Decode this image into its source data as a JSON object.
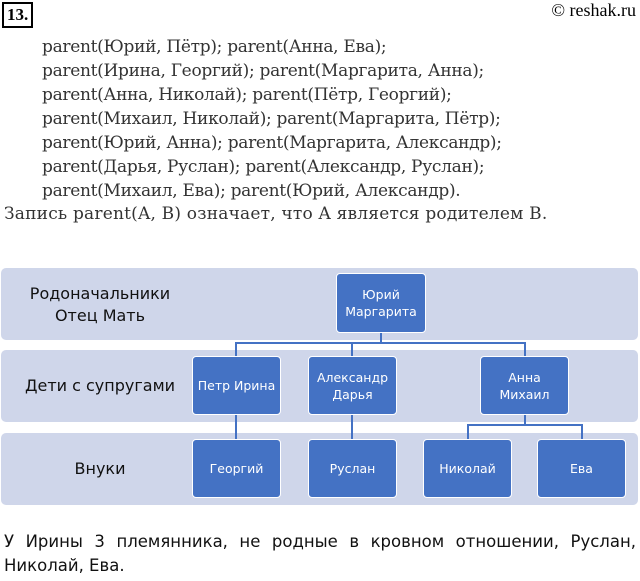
{
  "header": {
    "number": "13.",
    "copyright": "© reshak.ru"
  },
  "facts": [
    "parent(Юрий, Пётр); parent(Анна, Ева);",
    "parent(Ирина, Георгий); parent(Маргарита, Анна);",
    "parent(Анна, Николай); parent(Пётр, Георгий);",
    "parent(Михаил, Николай); parent(Маргарита, Пётр);",
    "parent(Юрий, Анна); parent(Маргарита, Александр);",
    "parent(Дарья, Руслан); parent(Александр, Руслан);",
    "parent(Михаил, Ева); parent(Юрий, Александр)."
  ],
  "definition": "Запись parent(A, B) означает, что A является родителем B.",
  "diagram": {
    "rows": [
      {
        "label_line1": "Родоначальники",
        "label_line2": "Отец Мать"
      },
      {
        "label": "Дети с супругами"
      },
      {
        "label": "Внуки"
      }
    ],
    "root": {
      "line1": "Юрий",
      "line2": "Маргарита"
    },
    "children": [
      {
        "line1": "Петр Ирина",
        "line2": ""
      },
      {
        "line1": "Александр",
        "line2": "Дарья"
      },
      {
        "line1": "Анна",
        "line2": "Михаил"
      }
    ],
    "grandchildren": [
      "Георгий",
      "Руслан",
      "Николай",
      "Ева"
    ],
    "accent": "#4472c4",
    "band": "#cfd6ea"
  },
  "answer": "У Ирины 3 племянника, не родные в кровном отношении, Руслан, Николай, Ева."
}
